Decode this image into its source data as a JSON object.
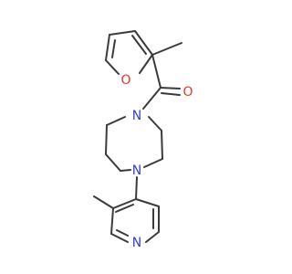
{
  "molecule": {
    "atoms": [
      {
        "id": "furan_O",
        "symbol": "O",
        "color": "#e8342b"
      },
      {
        "id": "carbonyl_O",
        "symbol": "O",
        "color": "#e8342b"
      },
      {
        "id": "diazepane_N1",
        "symbol": "N",
        "color": "#2f3fd0"
      },
      {
        "id": "diazepane_N4",
        "symbol": "N",
        "color": "#2f3fd0"
      },
      {
        "id": "pyridine_N",
        "symbol": "N",
        "color": "#2f3fd0"
      }
    ],
    "bond_color": "#3b3b3b"
  }
}
